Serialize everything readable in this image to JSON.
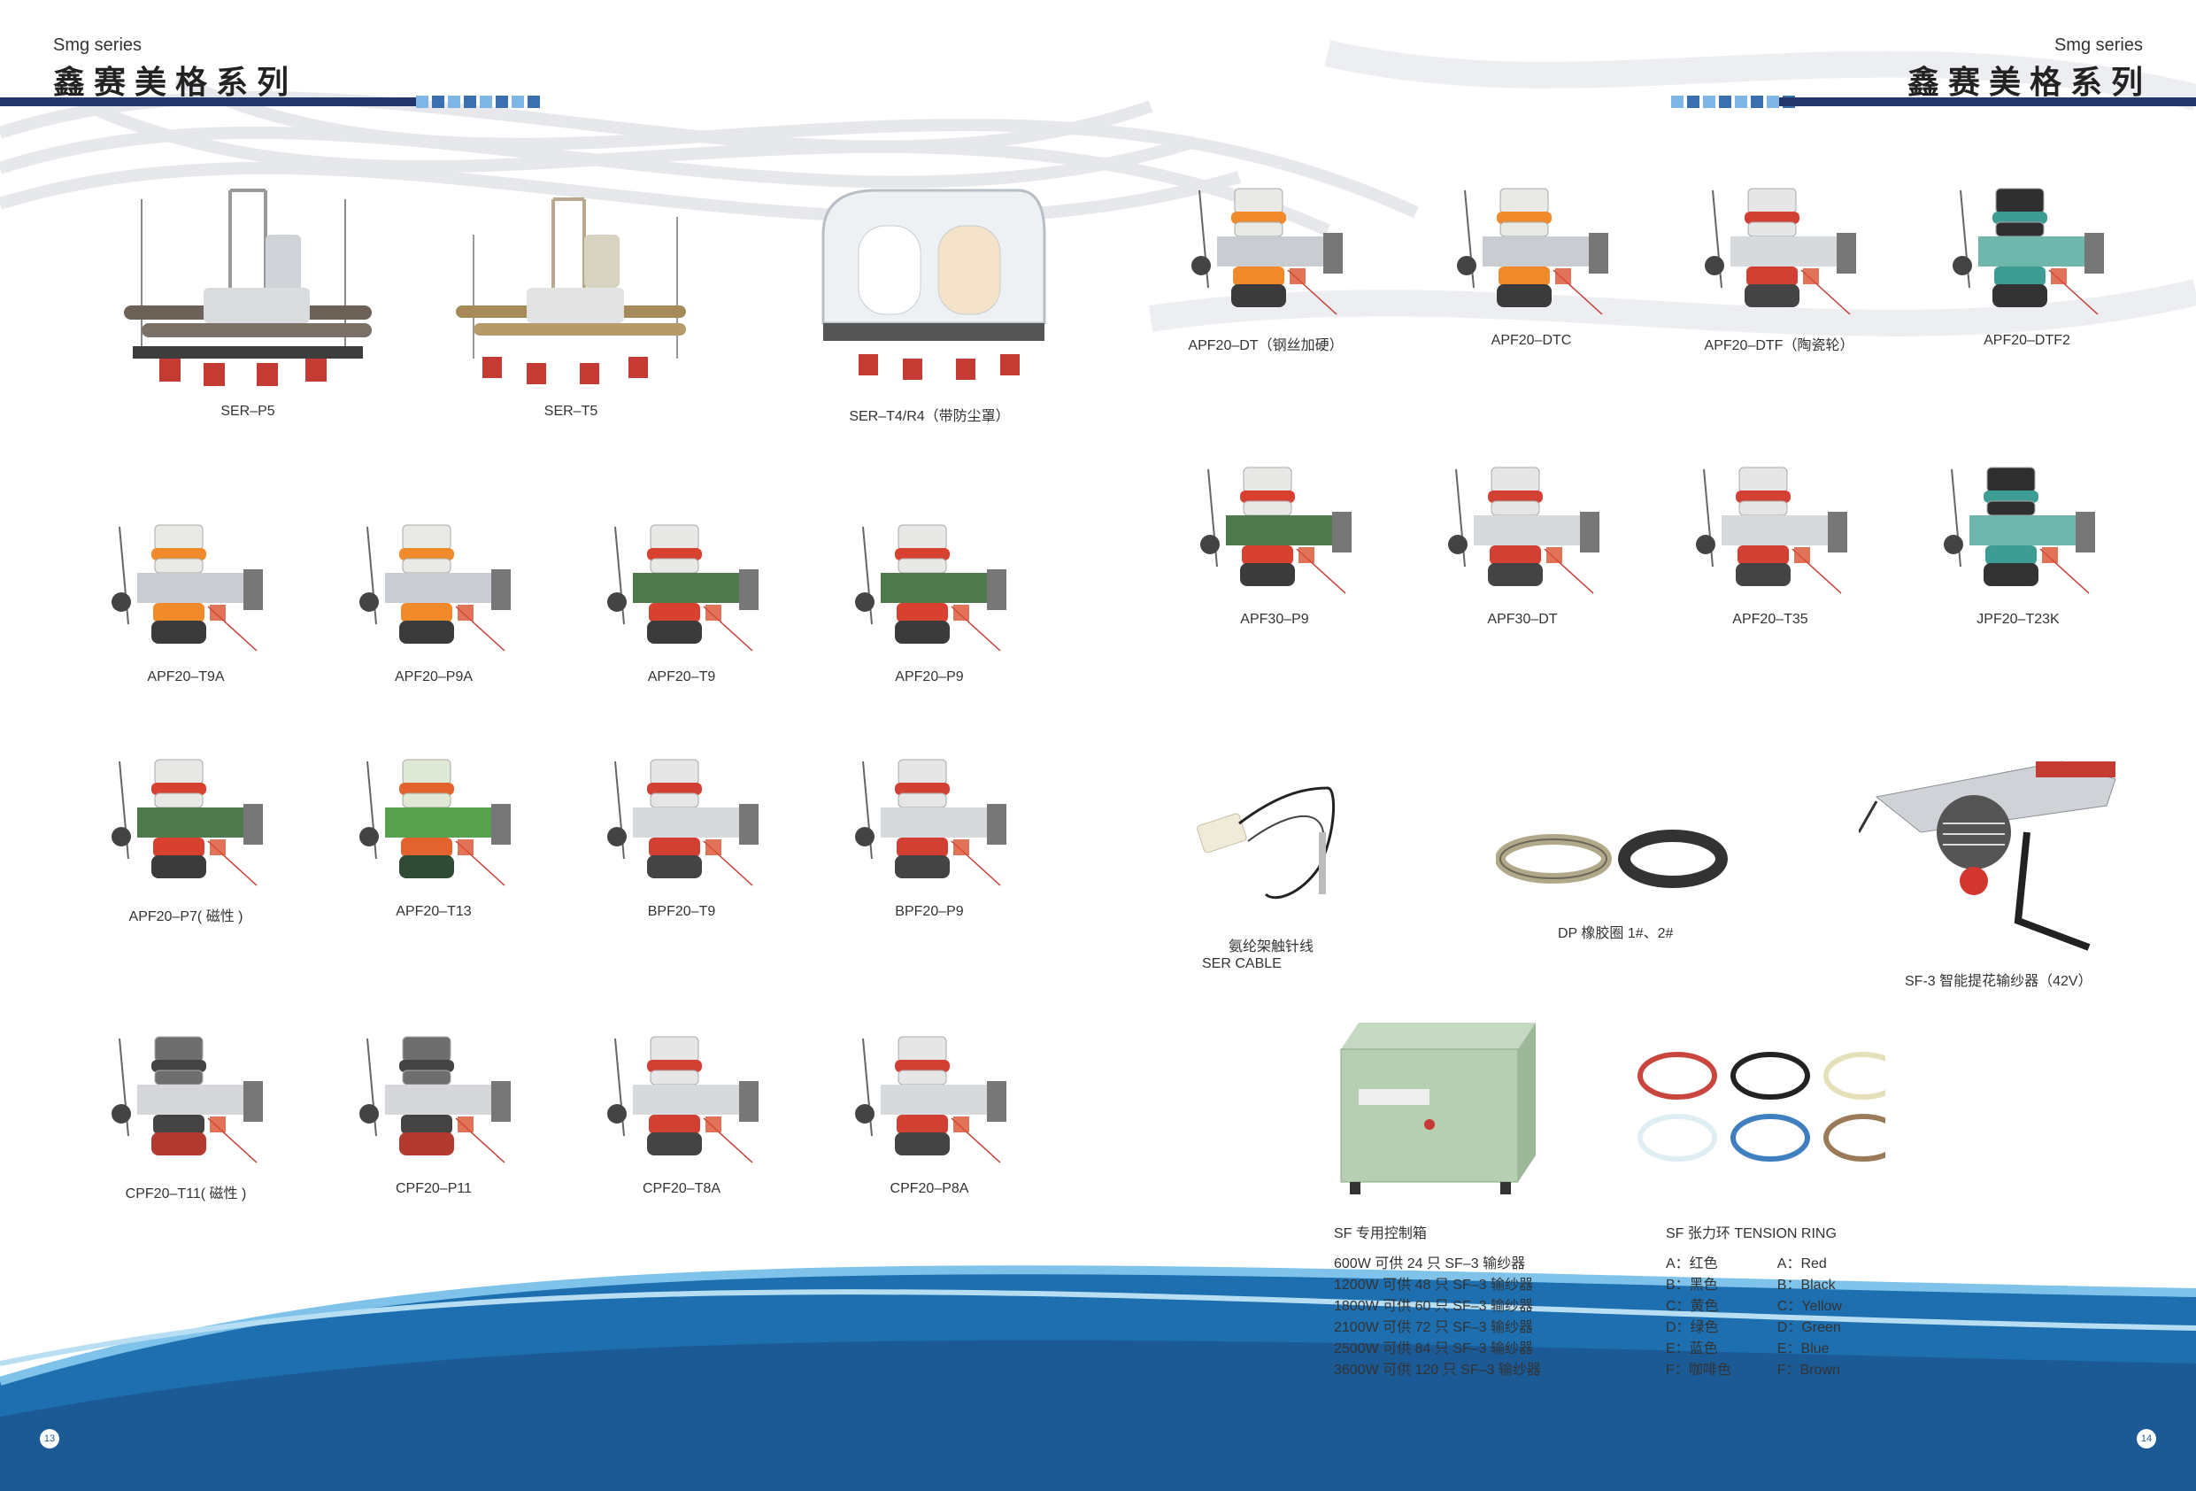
{
  "header_left": {
    "small": "Smg series",
    "title": "鑫赛美格系列"
  },
  "header_right": {
    "small": "Smg series",
    "title": "鑫赛美格系列"
  },
  "left_page": {
    "row1": [
      "SER–P5",
      "SER–T5",
      "SER–T4/R4（带防尘罩）"
    ],
    "row2": [
      "APF20–T9A",
      "APF20–P9A",
      "APF20–T9",
      "APF20–P9"
    ],
    "row3": [
      "APF20–P7( 磁性 )",
      "APF20–T13",
      "BPF20–T9",
      "BPF20–P9"
    ],
    "row4": [
      "CPF20–T11( 磁性 )",
      "CPF20–P11",
      "CPF20–T8A",
      "CPF20–P8A"
    ]
  },
  "right_page": {
    "row1": [
      "APF20–DT（钢丝加硬）",
      "APF20–DTC",
      "APF20–DTF（陶瓷轮）",
      "APF20–DTF2"
    ],
    "row2": [
      "APF30–P9",
      "APF30–DT",
      "APF20–T35",
      "JPF20–T23K"
    ],
    "cable": {
      "cn": "氨纶架触针线",
      "en": "SER CABLE"
    },
    "belts": "DP 橡胶圈 1#、2#",
    "sf3": "SF-3 智能提花输纱器（42V）",
    "control_box": {
      "title": "SF 专用控制箱",
      "lines": [
        "600W 可供 24 只 SF–3 输纱器",
        "1200W 可供 48 只 SF–3 输纱器",
        "1800W 可供 60 只 SF–3 输纱器",
        "2100W 可供 72 只 SF–3 输纱器",
        "2500W 可供 84 只 SF–3 输纱器",
        "3600W 可供 120 只 SF–3 输纱器"
      ]
    },
    "tension_ring": {
      "title": "SF 张力环 TENSION RING",
      "cn": [
        "A：红色",
        "B：黑色",
        "C：黄色",
        "D：绿色",
        "E：蓝色",
        "F：咖啡色"
      ],
      "en": [
        "A：Red",
        "B：Black",
        "C：Yellow",
        "D：Green",
        "E：Blue",
        "F：Brown"
      ],
      "colors": [
        "#c9463f",
        "#222222",
        "#e6e0b8",
        "#dfeef3",
        "#3f7fc0",
        "#9a7a57"
      ]
    }
  },
  "page_numbers": {
    "left": "13",
    "right": "14"
  },
  "colors": {
    "navy": "#24356b",
    "blue": "#1d6fb0",
    "lightblue": "#7fb6e6"
  }
}
